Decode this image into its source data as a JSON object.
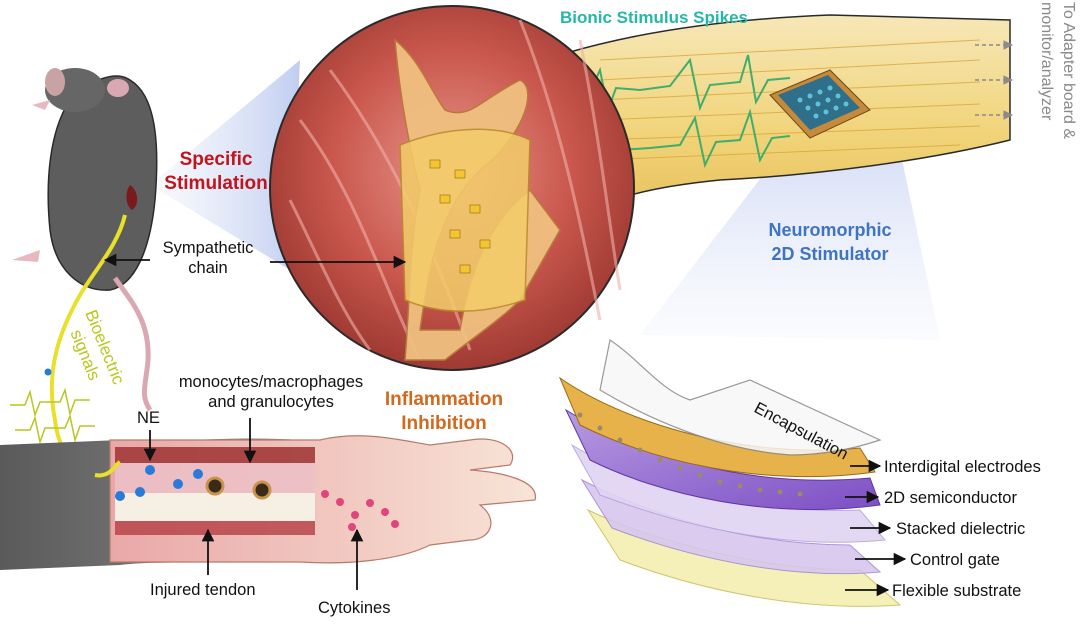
{
  "labels": {
    "specific_stimulation": "Specific\nStimulation",
    "bionic_spikes": "Bionic Stimulus Spikes",
    "adapter_line1": "To Adapter board &",
    "adapter_line2": "monitor/analyzer",
    "neuromorphic": "Neuromorphic\n2D Stimulator",
    "sympathetic_chain": "Sympathetic\nchain",
    "bioelectric_signals": "Bioelectric\nsignals",
    "monocytes": "monocytes/macrophages\nand granulocytes",
    "ne": "NE",
    "inflammation_inhibition": "Inflammation\nInhibition",
    "injured_tendon": "Injured tendon",
    "cytokines": "Cytokines",
    "encapsulation": "Encapsulation",
    "interdigital_electrodes": "Interdigital electrodes",
    "semiconductor_2d": "2D semiconductor",
    "stacked_dielectric": "Stacked dielectric",
    "control_gate": "Control  gate",
    "flexible_substrate": "Flexible substrate"
  },
  "colors": {
    "specific_stimulation": "#c0151c",
    "bionic_spikes": "#27b7a6",
    "neuromorphic": "#3f74c2",
    "inflammation": "#d2691e",
    "bioelectric": "#b8c71e",
    "adapter": "#8a8a8a"
  },
  "icons": [
    "mouse-illustration",
    "muscle-tissue-illustration",
    "flexible-electrode-strip",
    "stimulator-chip",
    "paw-illustration",
    "layer-stack-illustration"
  ]
}
